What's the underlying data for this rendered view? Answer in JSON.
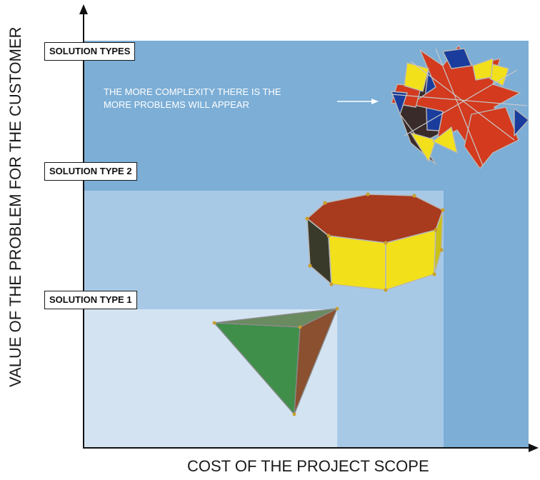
{
  "diagram": {
    "y_axis_label": "VALUE OF THE PROBLEM FOR THE CUSTOMER",
    "x_axis_label": "COST OF THE PROJECT SCOPE",
    "levels": [
      {
        "label": "SOLUTION TYPES",
        "color": "#7caed6"
      },
      {
        "label": "SOLUTION TYPE 2",
        "color": "#a8c9e6"
      },
      {
        "label": "SOLUTION TYPE 1",
        "color": "#d3e3f1"
      }
    ],
    "annotation": {
      "line1": "THE MORE COMPLEXITY THERE IS THE",
      "line2": "MORE PROBLEMS WILL APPEAR"
    },
    "shapes": [
      {
        "name": "star-polyhedron",
        "level": "SOLUTION TYPES"
      },
      {
        "name": "octagonal-prism",
        "level": "SOLUTION TYPE 2"
      },
      {
        "name": "tetrahedron",
        "level": "SOLUTION TYPE 1"
      }
    ],
    "colors": {
      "red": "#d33a1e",
      "yellow": "#f2e11a",
      "blue": "#1a3c9c",
      "dark": "#3a2b2b",
      "green": "#3f8f4a",
      "brown": "#8a5030",
      "edge": "#b8b8b8",
      "vertex": "#c8a030"
    }
  }
}
